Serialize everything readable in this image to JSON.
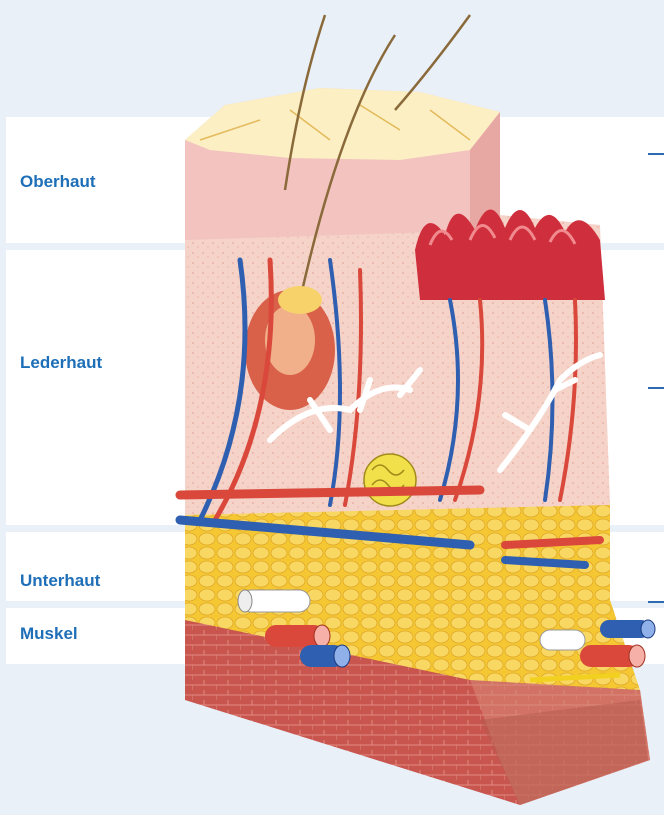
{
  "layers": [
    {
      "id": "epidermis",
      "label": "Oberhaut"
    },
    {
      "id": "dermis",
      "label": "Lederhaut"
    },
    {
      "id": "subcutis",
      "label": "Unterhaut"
    },
    {
      "id": "muscle",
      "label": "Muskel"
    }
  ],
  "colors": {
    "background": "#e9f0f8",
    "band": "#ffffff",
    "label": "#1e6fb8",
    "epidermis_top": "#fbefc3",
    "epidermis_body": "#f3c3c0",
    "dermis": "#f6d3c8",
    "papillae": "#cf2f3c",
    "fat": "#f4c733",
    "muscle": "#c8564e",
    "artery": "#d9483b",
    "vein": "#2f5fb0",
    "nerve": "#ffffff"
  }
}
